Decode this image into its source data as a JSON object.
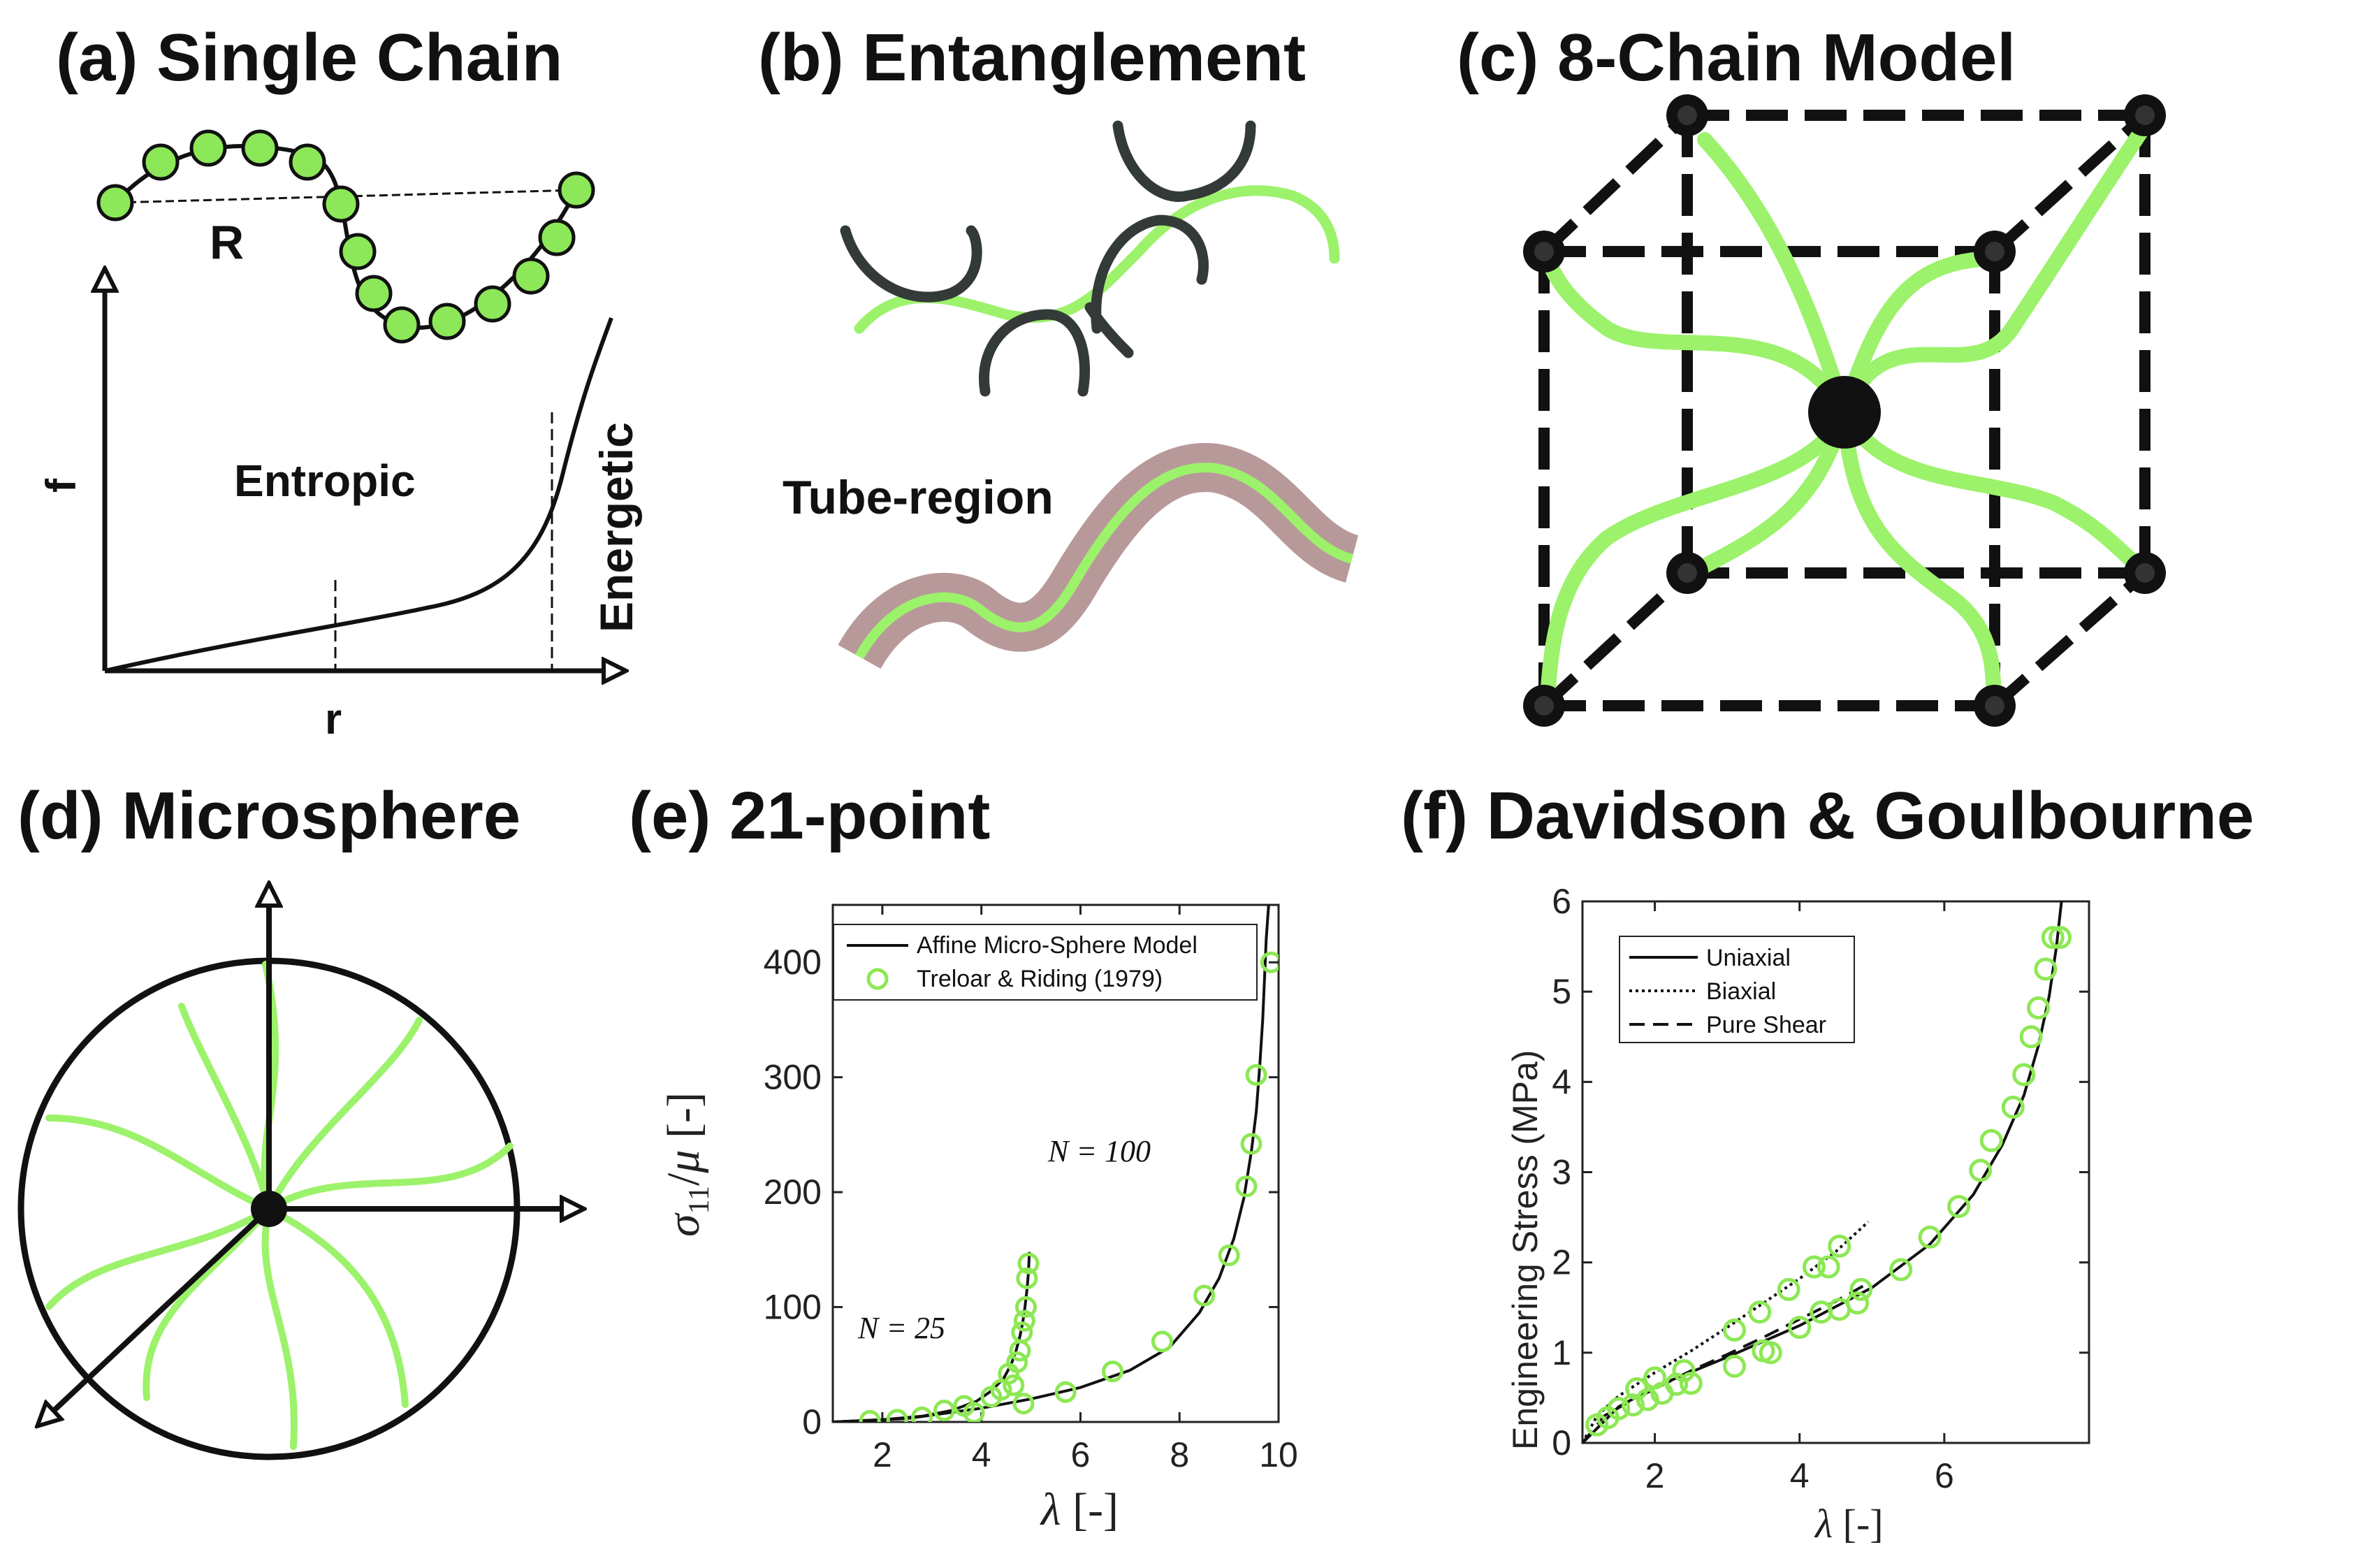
{
  "panels": {
    "a": {
      "title": "(a) Single Chain",
      "r_vector": "R",
      "y_axis": "f",
      "x_axis": "r",
      "entropic": "Entropic",
      "energetic": "Energetic"
    },
    "b": {
      "title": "(b) Entanglement",
      "tube": "Tube-region"
    },
    "c": {
      "title": "(c) 8-Chain  Model"
    },
    "d": {
      "title": "(d) Microsphere"
    },
    "e": {
      "title": "(e) 21-point",
      "n100": "N = 100",
      "n25": "N = 25"
    },
    "f": {
      "title": "(f)  Davidson & Goulbourne"
    }
  },
  "colors": {
    "chain_green": "#9cf26b",
    "marker_green": "#8de854",
    "tube_brown": "#b89a94",
    "black": "#111111"
  },
  "chart_data": [
    {
      "type": "line",
      "panel": "e",
      "xlabel": "λ [-]",
      "ylabel": "σ11/μ [-]",
      "xlim": [
        1,
        10
      ],
      "ylim": [
        0,
        450
      ],
      "xticks": [
        2,
        4,
        6,
        8,
        10
      ],
      "yticks": [
        0,
        100,
        200,
        300,
        400
      ],
      "legend_position": "top-right",
      "series": [
        {
          "name": "Affine Micro-Sphere Model",
          "style": "solid-black",
          "curves": [
            {
              "x": [
                1.0,
                2.0,
                2.8,
                3.4,
                3.9,
                4.2,
                4.45,
                4.6,
                4.7,
                4.78,
                4.84,
                4.88,
                4.92,
                4.95,
                4.97
              ],
              "y": [
                0,
                2,
                5,
                10,
                18,
                27,
                38,
                50,
                62,
                75,
                88,
                100,
                115,
                130,
                148
              ]
            },
            {
              "x": [
                1.0,
                2.5,
                4.0,
                5.0,
                6.0,
                7.0,
                7.8,
                8.4,
                8.8,
                9.1,
                9.3,
                9.45,
                9.55,
                9.62,
                9.68,
                9.72,
                9.75,
                9.8
              ],
              "y": [
                0,
                3,
                12,
                20,
                30,
                45,
                65,
                95,
                125,
                160,
                195,
                235,
                270,
                310,
                350,
                390,
                420,
                450
              ]
            }
          ]
        },
        {
          "name": "Treloar & Riding (1979)",
          "style": "green-circles",
          "points": {
            "x": [
              1.75,
              2.3,
              2.8,
              3.25,
              3.65,
              3.85,
              4.2,
              4.4,
              4.55,
              4.65,
              4.72,
              4.78,
              4.82,
              4.85,
              4.87,
              4.9,
              4.92,
              4.95,
              5.7,
              6.65,
              7.65,
              8.5,
              9.0,
              9.35,
              9.45,
              9.55,
              9.85
            ],
            "y": [
              1,
              2,
              4,
              10,
              14,
              8,
              22,
              28,
              42,
              32,
              52,
              62,
              78,
              16,
              88,
              100,
              125,
              138,
              26,
              44,
              70,
              110,
              145,
              205,
              242,
              302,
              400
            ]
          }
        }
      ],
      "annotations": [
        "N = 100",
        "N = 25"
      ]
    },
    {
      "type": "line",
      "panel": "f",
      "xlabel": "λ [-]",
      "ylabel": "Engineering Stress (MPa)",
      "xlim": [
        1,
        8
      ],
      "ylim": [
        0,
        6
      ],
      "xticks": [
        2,
        4,
        6
      ],
      "yticks": [
        0,
        1,
        2,
        3,
        4,
        5,
        6
      ],
      "legend_position": "top-left",
      "series": [
        {
          "name": "Uniaxial",
          "style": "solid-black",
          "x": [
            1.0,
            1.5,
            2.0,
            3.0,
            4.0,
            5.0,
            5.8,
            6.4,
            6.8,
            7.1,
            7.3,
            7.45,
            7.55,
            7.62
          ],
          "y": [
            0,
            0.4,
            0.62,
            0.95,
            1.3,
            1.72,
            2.2,
            2.75,
            3.3,
            3.85,
            4.4,
            4.95,
            5.5,
            6.0
          ]
        },
        {
          "name": "Biaxial",
          "style": "dotted-black",
          "x": [
            1.0,
            1.2,
            1.5,
            2.0,
            2.5,
            3.0,
            3.5,
            4.0,
            4.5,
            4.95
          ],
          "y": [
            0,
            0.3,
            0.52,
            0.78,
            1.02,
            1.28,
            1.55,
            1.82,
            2.12,
            2.45
          ]
        },
        {
          "name": "Pure Shear",
          "style": "dashed-black",
          "x": [
            1.0,
            1.3,
            1.7,
            2.0,
            2.5,
            3.0,
            3.5,
            4.0,
            4.5,
            4.95
          ],
          "y": [
            0,
            0.3,
            0.48,
            0.6,
            0.8,
            0.98,
            1.17,
            1.37,
            1.57,
            1.77
          ]
        },
        {
          "name": "",
          "style": "green-circles",
          "x": [
            1.2,
            1.35,
            1.5,
            1.7,
            1.9,
            2.1,
            2.3,
            2.5,
            3.1,
            3.5,
            3.6,
            4.0,
            4.3,
            4.55,
            4.8,
            4.4,
            4.85,
            3.1,
            3.45,
            3.85,
            4.2,
            4.55,
            2.0,
            2.4,
            1.75,
            5.4,
            5.8,
            6.2,
            6.5,
            6.65,
            6.95,
            7.1,
            7.2,
            7.3,
            7.4,
            7.5,
            7.6
          ],
          "y": [
            0.2,
            0.28,
            0.38,
            0.42,
            0.48,
            0.55,
            0.65,
            0.66,
            0.85,
            1.02,
            1.0,
            1.28,
            1.45,
            1.48,
            1.55,
            1.95,
            1.7,
            1.25,
            1.45,
            1.7,
            1.95,
            2.18,
            0.72,
            0.8,
            0.6,
            1.92,
            2.28,
            2.62,
            3.02,
            3.35,
            3.72,
            4.08,
            4.5,
            4.82,
            5.25,
            5.6,
            5.6
          ]
        }
      ]
    }
  ]
}
